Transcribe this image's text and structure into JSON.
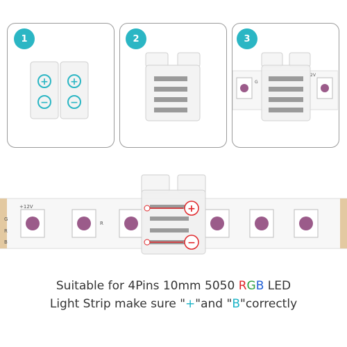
{
  "steps": [
    {
      "number": "1"
    },
    {
      "number": "2"
    },
    {
      "number": "3"
    }
  ],
  "strip": {
    "voltage_label": "+12V",
    "voltage_label_small": "2V",
    "pin_letters": [
      "G",
      "R",
      "B"
    ],
    "led_letter": "R"
  },
  "connector": {
    "plus_symbol": "+",
    "minus_symbol": "−",
    "arrow_color": "#e0262a",
    "accent_color": "#2bb6c4"
  },
  "caption": {
    "line1_prefix": "Suitable for 4Pins 10mm 5050 ",
    "line1_r": "R",
    "line1_g": "G",
    "line1_b": "B",
    "line1_suffix": " LED",
    "line2_prefix": "Light Strip make sure \"",
    "line2_plus": "+",
    "line2_mid": "\"and \"",
    "line2_b": "B",
    "line2_suffix": "\"correctly"
  }
}
